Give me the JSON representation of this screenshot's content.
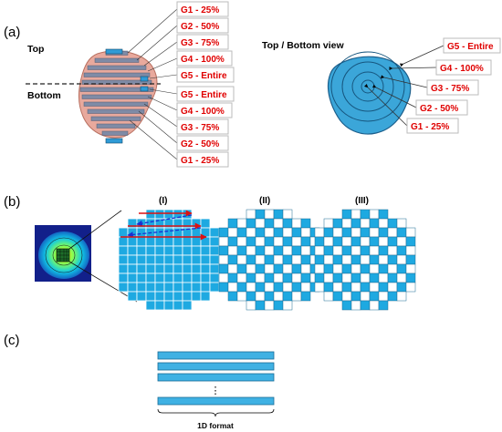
{
  "panels": {
    "a": "(a)",
    "b": "(b)",
    "c": "(c)"
  },
  "panel_a": {
    "top_label": "Top",
    "bottom_label": "Bottom",
    "view_label": "Top / Bottom view",
    "top_levels": [
      "G1 - 25%",
      "G2 - 50%",
      "G3 - 75%",
      "G4 - 100%",
      "G5 - Entire"
    ],
    "bottom_levels": [
      "G5 - Entire",
      "G4 - 100%",
      "G3 - 75%",
      "G2 - 50%",
      "G1 - 25%"
    ],
    "view_levels": [
      "G5 - Entire",
      "G4 - 100%",
      "G3 - 75%",
      "G2 - 50%",
      "G1 - 25%"
    ]
  },
  "panel_b": {
    "grid_titles": [
      "(I)",
      "(II)",
      "(III)"
    ]
  },
  "panel_c": {
    "ellipsis": "⋮",
    "format_label": "1D format"
  },
  "colors": {
    "cell_blue": "#1ea9e1",
    "label_red": "#e00000",
    "tumor_pink": "#e8a99d",
    "arrow_red": "#dd1111",
    "arrow_blue": "#1a2fd1"
  }
}
